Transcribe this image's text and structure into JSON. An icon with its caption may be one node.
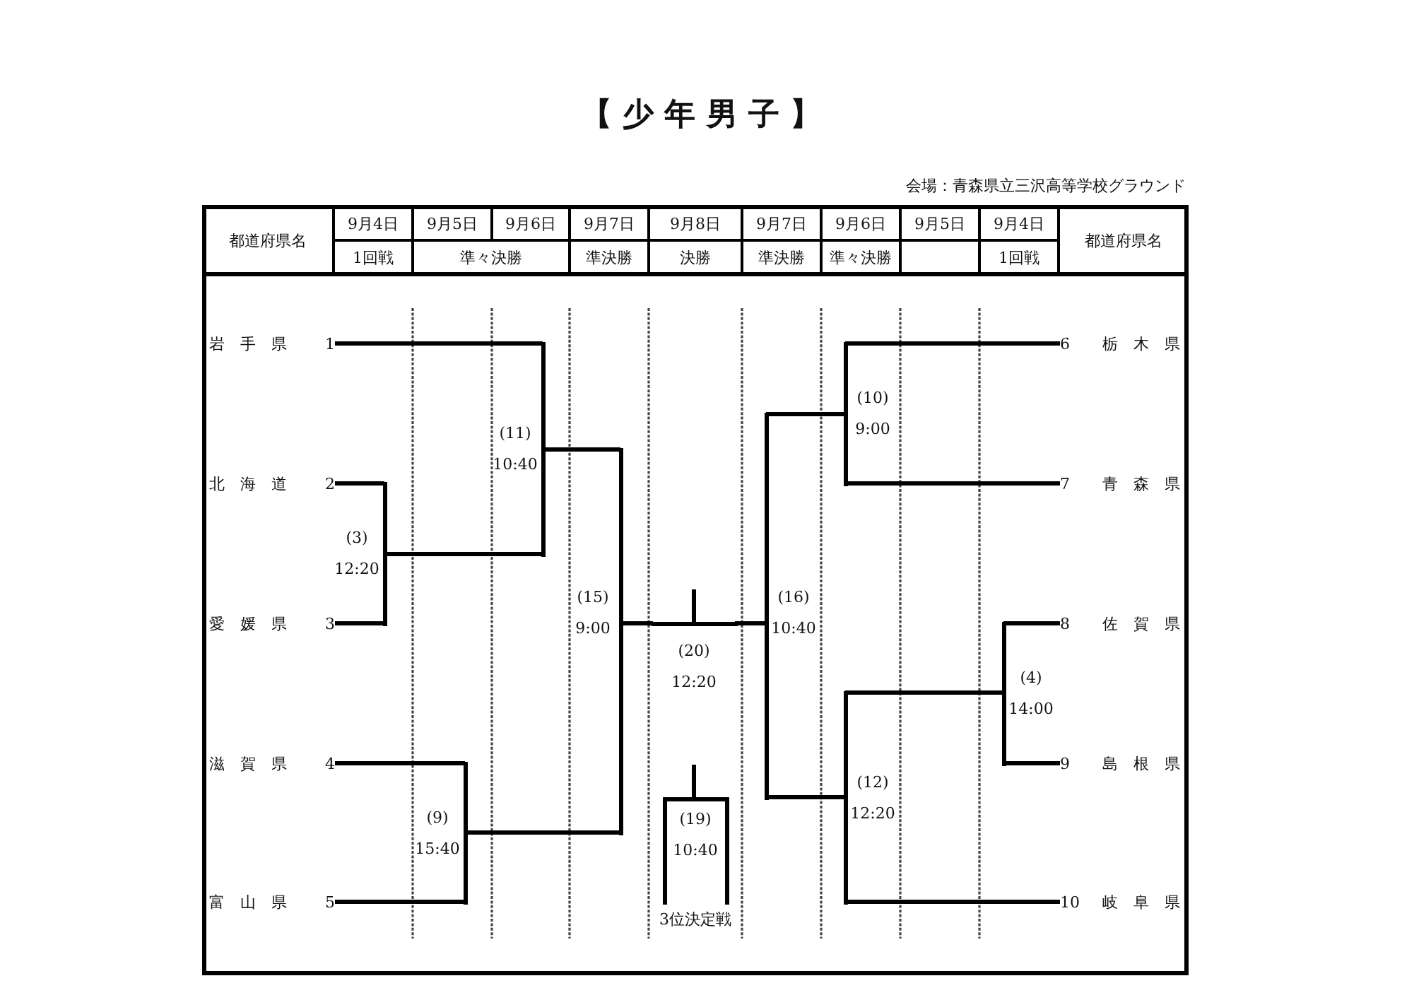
{
  "diagram": {
    "title": "【 少 年 男 子 】",
    "nodes": [
      {
        "text": [
          "岩　手　県",
          "1"
        ]
      },
      {
        "text": [
          "北　海　道",
          "2"
        ]
      },
      {
        "text": [
          "愛　媛　県",
          "3"
        ]
      },
      {
        "text": [
          "滋　賀　県",
          "4"
        ]
      },
      {
        "text": [
          "富　山　県",
          "5"
        ]
      },
      {
        "text": [
          "6",
          "栃　木　県"
        ]
      },
      {
        "text": [
          "7",
          "青　森　県"
        ]
      },
      {
        "text": [
          "8",
          "佐　賀　県"
        ]
      },
      {
        "text": [
          "9",
          "島　根　県"
        ]
      },
      {
        "text": [
          "10",
          "岐　阜　県"
        ]
      },
      {
        "text": [
          "(3)",
          "12:20"
        ]
      },
      {
        "text": [
          "(9)",
          "15:40"
        ]
      },
      {
        "text": [
          "(11)",
          "10:40"
        ]
      },
      {
        "text": [
          "(15)",
          "9:00"
        ]
      },
      {
        "text": [
          "(20)",
          "12:20"
        ]
      },
      {
        "text": [
          "(19)",
          "10:40"
        ],
        "beside": [
          "3位決定戦"
        ]
      },
      {
        "text": [
          "(16)",
          "10:40"
        ]
      },
      {
        "text": [
          "(10)",
          "9:00"
        ]
      },
      {
        "text": [
          "(12)",
          "12:20"
        ]
      },
      {
        "text": [
          "(4)",
          "14:00"
        ]
      }
    ],
    "edges": [
      {
        "from": 0,
        "to": 12,
        "arrow": "none"
      },
      {
        "from": 1,
        "to": 10,
        "arrow": "none"
      },
      {
        "from": 2,
        "to": 10,
        "arrow": "none"
      },
      {
        "from": 3,
        "to": 11,
        "arrow": "none"
      },
      {
        "from": 4,
        "to": 11,
        "arrow": "none"
      },
      {
        "from": 10,
        "to": 12,
        "arrow": "none"
      },
      {
        "from": 12,
        "to": 13,
        "arrow": "none"
      },
      {
        "from": 11,
        "to": 13,
        "arrow": "none"
      },
      {
        "from": 13,
        "to": 14,
        "arrow": "none"
      },
      {
        "from": 16,
        "to": 14,
        "arrow": "none"
      },
      {
        "from": 17,
        "to": 16,
        "arrow": "none"
      },
      {
        "from": 18,
        "to": 16,
        "arrow": "none"
      },
      {
        "from": 5,
        "to": 17,
        "arrow": "none"
      },
      {
        "from": 6,
        "to": 17,
        "arrow": "none"
      },
      {
        "from": 7,
        "to": 19,
        "arrow": "none"
      },
      {
        "from": 8,
        "to": 19,
        "arrow": "none"
      },
      {
        "from": 19,
        "to": 18,
        "arrow": "none"
      },
      {
        "from": 9,
        "to": 18,
        "arrow": "none"
      }
    ],
    "labels": [
      "会場：青森県立三沢高等学校グラウンド",
      "都道府県名",
      "9月4日",
      "9月5日",
      "9月6日",
      "9月7日",
      "9月8日",
      "9月7日",
      "9月6日",
      "9月5日",
      "9月4日",
      "都道府県名",
      "1回戦",
      "準々決勝",
      "準決勝",
      "決勝",
      "準決勝",
      "準々決勝",
      "1回戦"
    ]
  }
}
